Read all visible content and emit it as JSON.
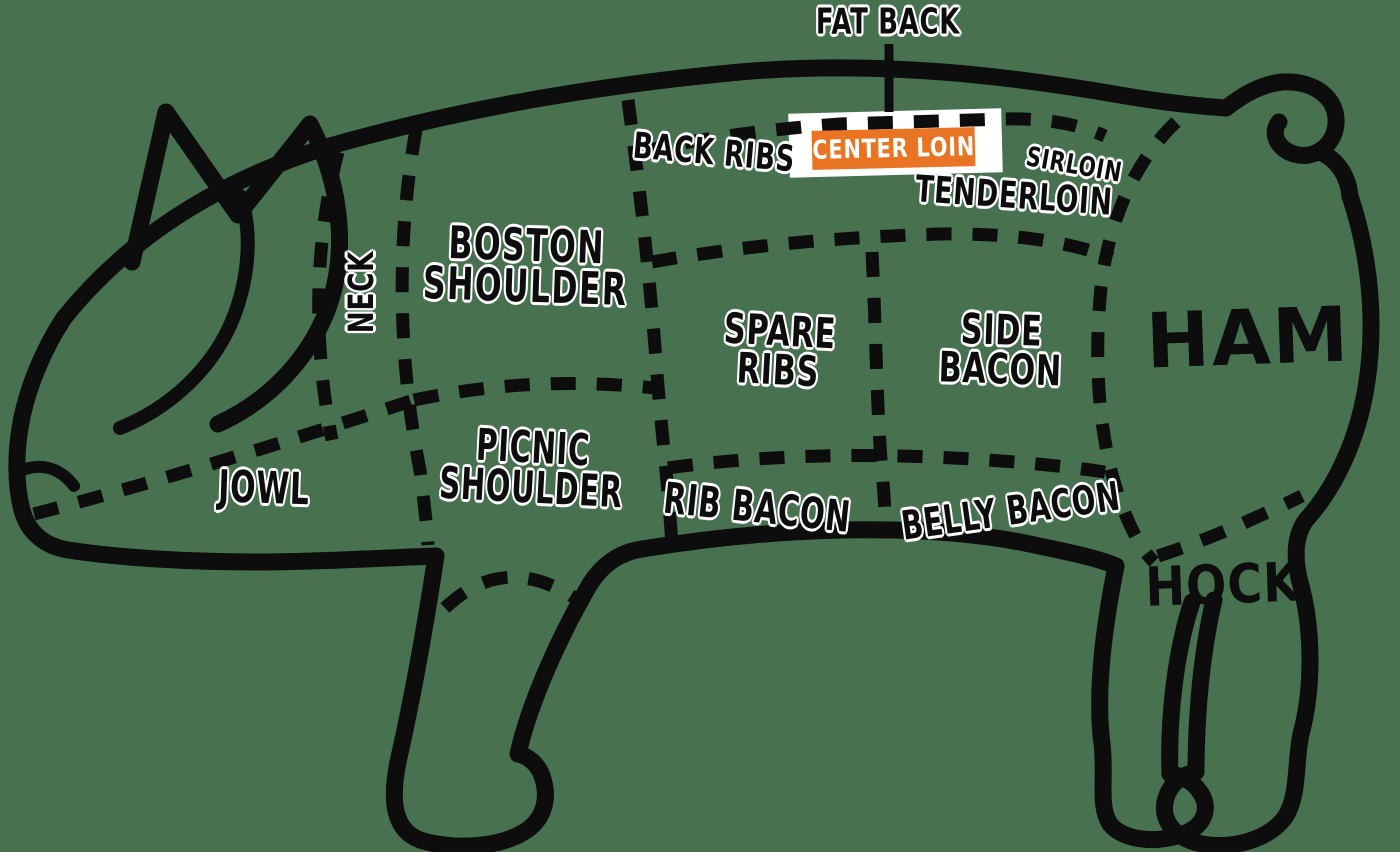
{
  "diagram": {
    "subject": "Pig butcher cuts diagram",
    "highlighted_cut": "CENTER LOIN"
  },
  "colors": {
    "background": "#487150",
    "ink": "#0d0d0d",
    "highlight": "#e87424",
    "halo": "#ffffff"
  },
  "cuts": {
    "fat_back": {
      "label": "FAT BACK"
    },
    "back_ribs": {
      "label": "BACK RIBS"
    },
    "center_loin": {
      "label": "CENTER LOIN",
      "highlighted": true
    },
    "sirloin": {
      "label": "SIRLOIN"
    },
    "tenderloin": {
      "label": "TENDERLOIN"
    },
    "neck": {
      "label": "NECK"
    },
    "boston_shoulder": {
      "label": "BOSTON SHOULDER",
      "line1": "BOSTON",
      "line2": "SHOULDER"
    },
    "spare_ribs": {
      "label": "SPARE RIBS",
      "line1": "SPARE",
      "line2": "RIBS"
    },
    "side_bacon": {
      "label": "SIDE BACON",
      "line1": "SIDE",
      "line2": "BACON"
    },
    "ham": {
      "label": "HAM"
    },
    "jowl": {
      "label": "JOWL"
    },
    "picnic_shoulder": {
      "label": "PICNIC SHOULDER",
      "line1": "PICNIC",
      "line2": "SHOULDER"
    },
    "rib_bacon": {
      "label": "RIB BACON"
    },
    "belly_bacon": {
      "label": "BELLY BACON"
    },
    "hock": {
      "label": "HOCK"
    }
  }
}
